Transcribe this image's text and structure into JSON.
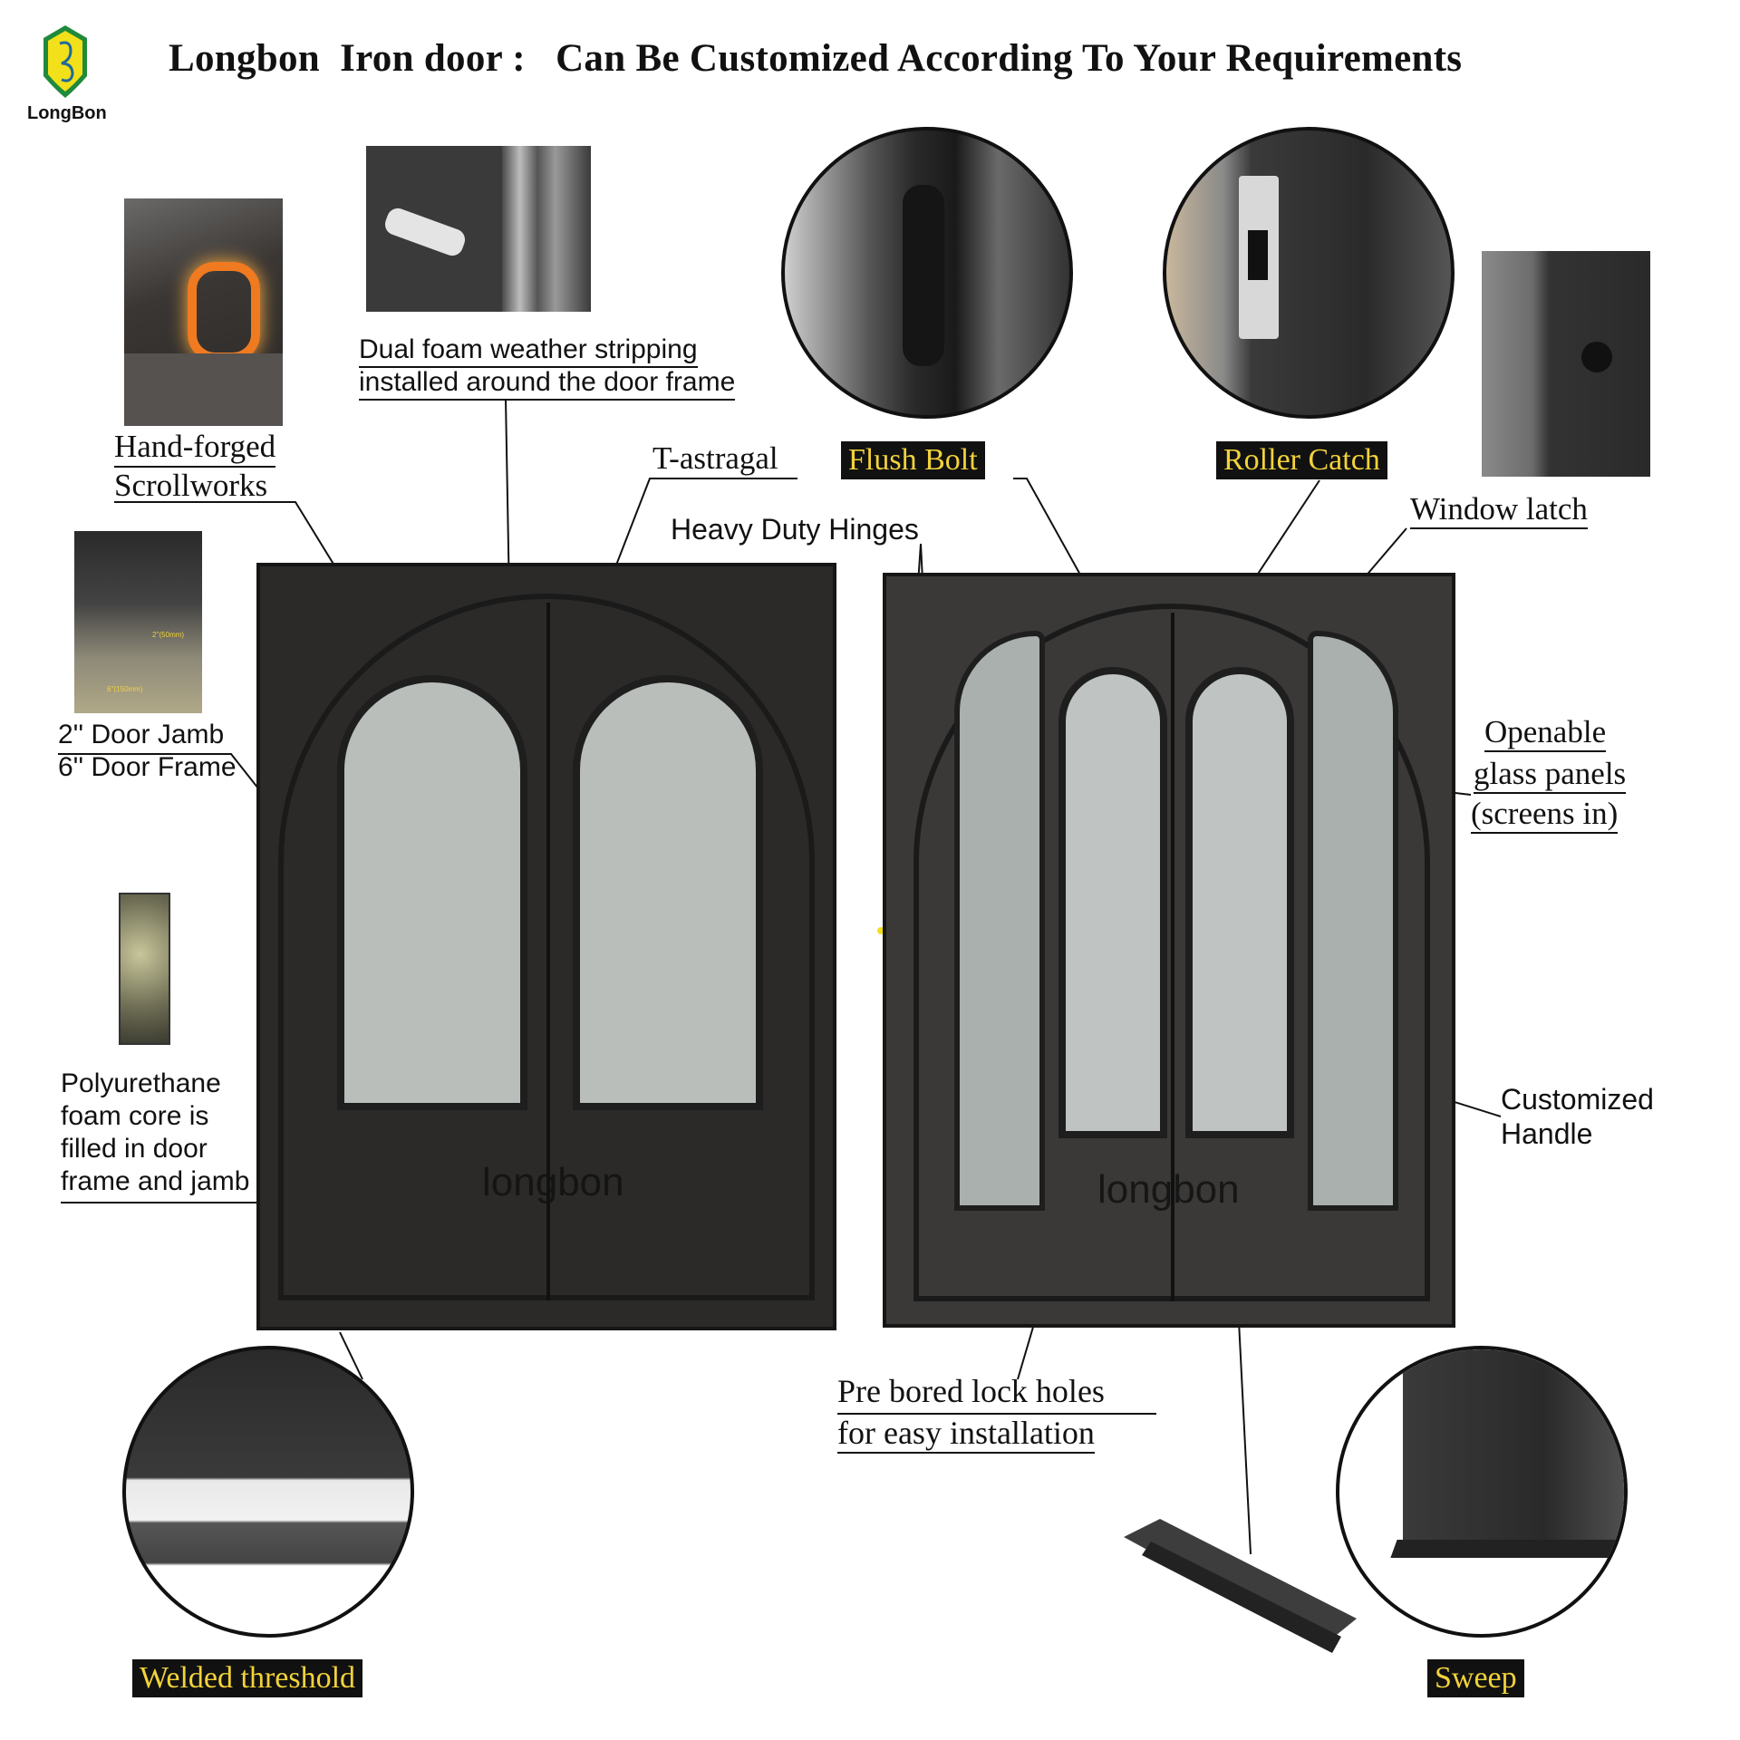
{
  "brand": {
    "logo_text": "LongBon",
    "accent": "#f2e01a",
    "logo_green": "#1f8a3a"
  },
  "title": "Longbon  Iron door :   Can Be Customized According To Your Requirements",
  "labels": {
    "dual_foam_1": "Dual foam weather stripping",
    "dual_foam_2": "installed around the door frame",
    "hand_forged_1": "Hand-forged",
    "hand_forged_2": "Scrollworks",
    "t_astragal": "T-astragal",
    "flush_bolt": "Flush Bolt",
    "roller_catch": "Roller Catch",
    "window_latch": "Window latch",
    "heavy_duty_hinges": "Heavy Duty Hinges",
    "jamb_1": "2'' Door Jamb",
    "jamb_2": "6'' Door Frame",
    "jamb_dim_1": "2''(50mm)",
    "jamb_dim_2": "6''(150mm)",
    "foam_core_1": "Polyurethane",
    "foam_core_2": "foam core is",
    "foam_core_3": "filled in door",
    "foam_core_4": "frame and jamb",
    "openable_1": "Openable",
    "openable_2": "glass panels",
    "openable_3": "(screens in)",
    "handle_1": "Customized",
    "handle_2": "Handle",
    "pre_bored_1": "Pre bored lock holes",
    "pre_bored_2": "for easy installation",
    "welded_threshold": "Welded threshold",
    "sweep": "Sweep"
  },
  "watermark": "longbon",
  "colors": {
    "tag_text": "#f2d23a",
    "tag_bg": "#111111",
    "door": "#2b2a28",
    "glass": "#b9bebb"
  }
}
